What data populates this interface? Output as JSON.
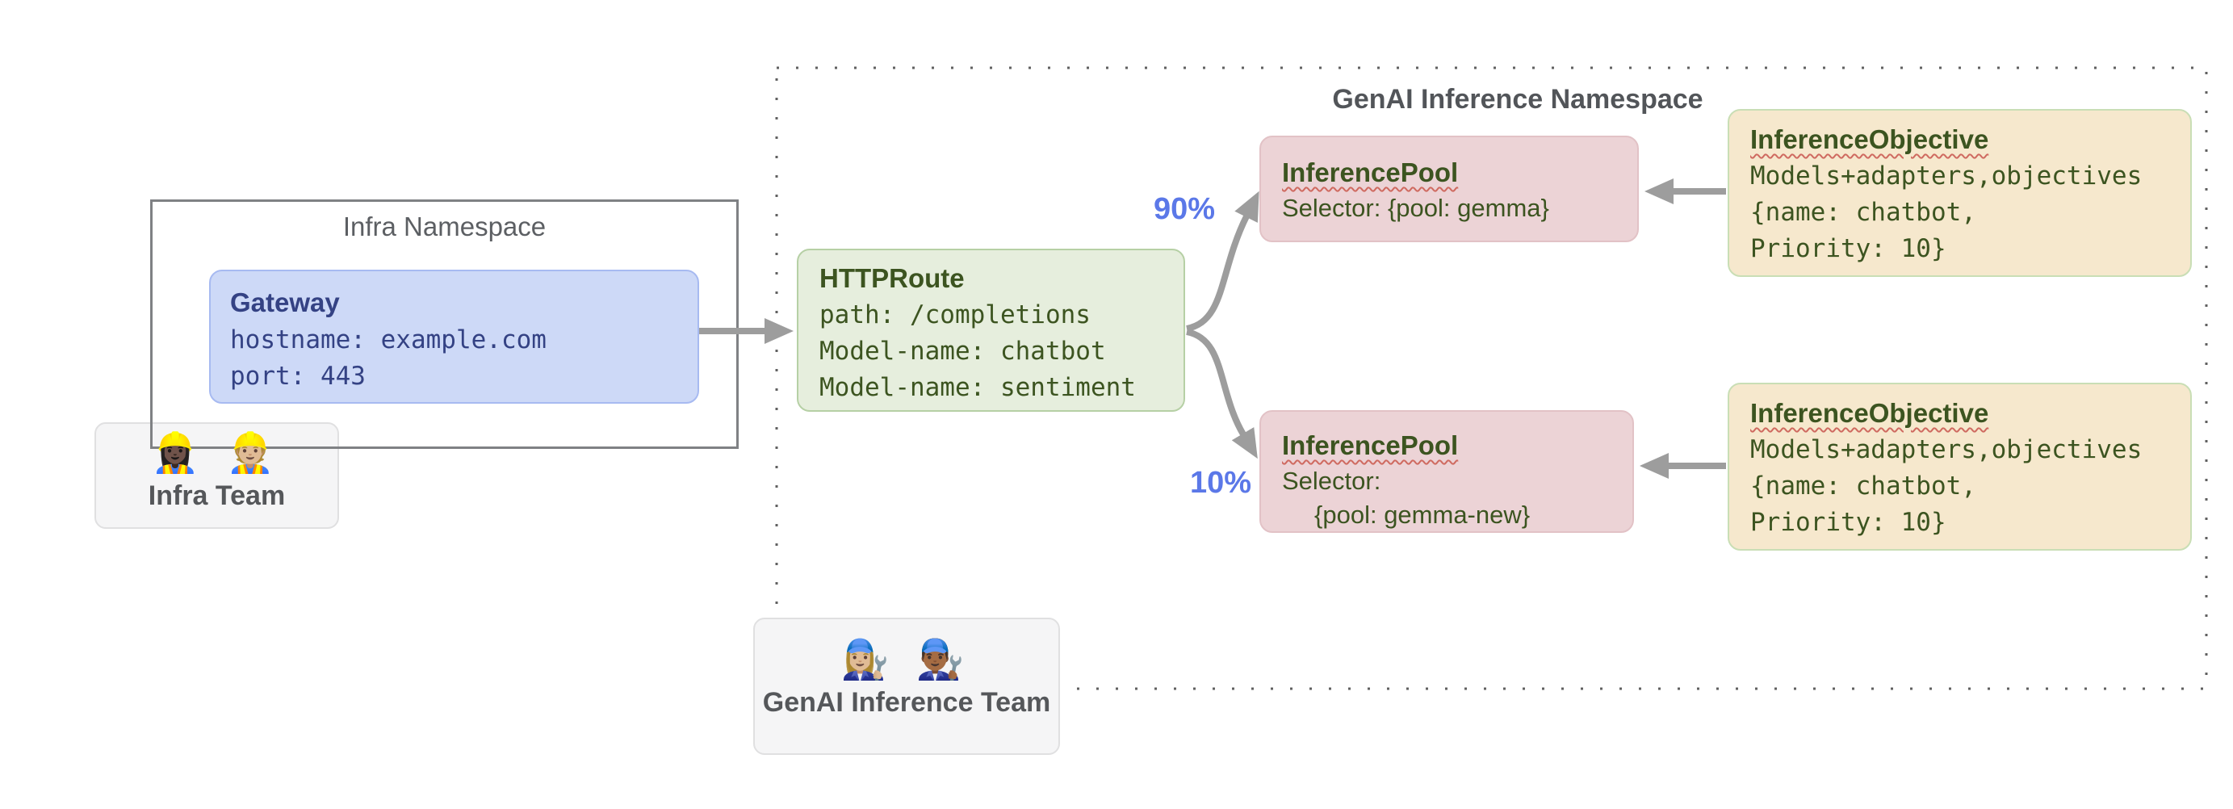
{
  "diagram": {
    "infra_namespace": {
      "label": "Infra Namespace",
      "gateway": {
        "title": "Gateway",
        "lines": [
          "hostname: example.com",
          "port: 443"
        ]
      },
      "team": {
        "emojis": "👷🏿‍♀️ 👷🏼",
        "label": "Infra Team"
      }
    },
    "genai_namespace": {
      "label": "GenAI Inference Namespace",
      "httproute": {
        "title": "HTTPRoute",
        "lines": [
          "path: /completions",
          "Model-name: chatbot",
          "Model-name: sentiment"
        ]
      },
      "pools": [
        {
          "title": "InferencePool",
          "lines": [
            "Selector: {pool: gemma}"
          ]
        },
        {
          "title": "InferencePool",
          "lines": [
            "Selector:",
            "{pool: gemma-new}"
          ]
        }
      ],
      "objectives": [
        {
          "title": "InferenceObjective",
          "lines": [
            "Models+adapters,objectives",
            "{name: chatbot,",
            "Priority: 10}"
          ]
        },
        {
          "title": "InferenceObjective",
          "lines": [
            "Models+adapters,objectives",
            "{name: chatbot,",
            "Priority: 10}"
          ]
        }
      ],
      "team": {
        "emojis": "👩🏼‍🔧 👨🏾‍🔧",
        "label": "GenAI Inference Team"
      }
    },
    "traffic_split": {
      "to_gemma_pool": "90%",
      "to_gemma_new_pool": "10%"
    },
    "colors": {
      "gateway_fill": "#cdd9f7",
      "gateway_border": "#a7baf1",
      "gateway_text": "#344284",
      "httproute_fill": "#e6eedd",
      "httproute_border": "#b6d0a5",
      "pool_fill": "#ecd3d6",
      "objective_fill": "#f6e8cd",
      "objective_border": "#c9deb5",
      "green_text": "#3c5420",
      "namespace_gray": "#5c5f63",
      "team_fill": "#f5f5f6",
      "percent_blue": "#5b78e8",
      "arrow_gray": "#9d9d9d",
      "squiggle_red": "#cf6a60"
    }
  }
}
